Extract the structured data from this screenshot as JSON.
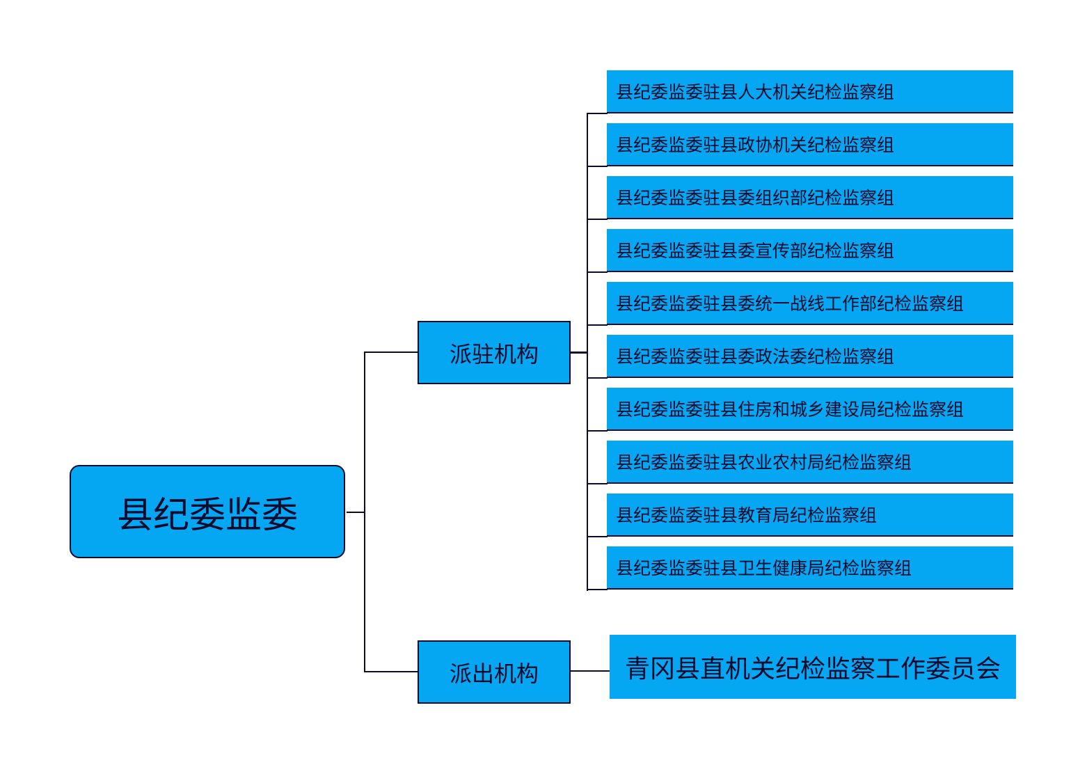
{
  "root": {
    "label": "县纪委监委"
  },
  "branches": [
    {
      "label": "派驻机构",
      "children": [
        "县纪委监委驻县人大机关纪检监察组",
        "县纪委监委驻县政协机关纪检监察组",
        "县纪委监委驻县委组织部纪检监察组",
        "县纪委监委驻县委宣传部纪检监察组",
        "县纪委监委驻县委统一战线工作部纪检监察组",
        "县纪委监委驻县委政法委纪检监察组",
        "县纪委监委驻县住房和城乡建设局纪检监察组",
        "县纪委监委驻县农业农村局纪检监察组",
        "县纪委监委驻县教育局纪检监察组",
        "县纪委监委驻县卫生健康局纪检监察组"
      ]
    },
    {
      "label": "派出机构",
      "children": [
        "青冈县直机关纪检监察工作委员会"
      ]
    }
  ],
  "colors": {
    "node_fill": "#05a7f2",
    "line": "#0b0b2e",
    "text": "#0b0b2e"
  }
}
